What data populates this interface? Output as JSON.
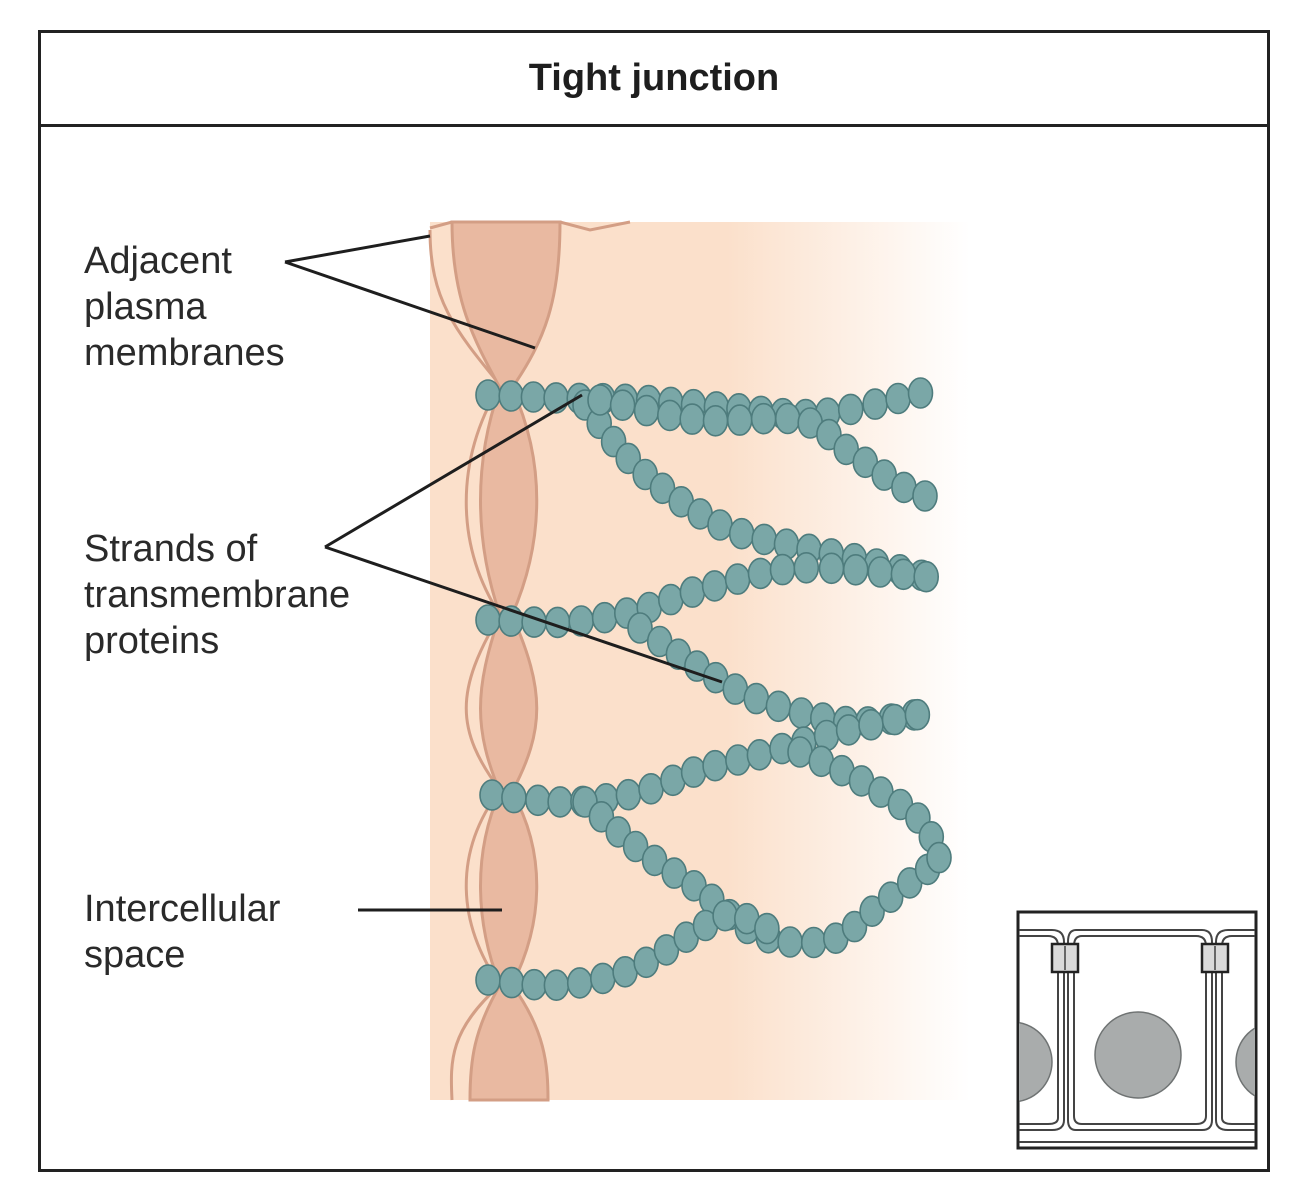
{
  "title": "Tight junction",
  "labels": {
    "membranes": [
      "Adjacent",
      "plasma",
      "membranes"
    ],
    "strands": [
      "Strands of",
      "transmembrane",
      "proteins"
    ],
    "space": [
      "Intercellular",
      "space"
    ]
  },
  "colors": {
    "cytoplasm": "#fbe0cb",
    "intercellular_space": "#e9b9a1",
    "membrane_outline": "#d39e85",
    "protein_bead": "#7aa7a7",
    "protein_outline": "#4e7c7d",
    "leader_line": "#1e1e1e",
    "inset_gray": "#a9acac"
  },
  "icons": {
    "inset": "epithelial-cells-icon"
  }
}
